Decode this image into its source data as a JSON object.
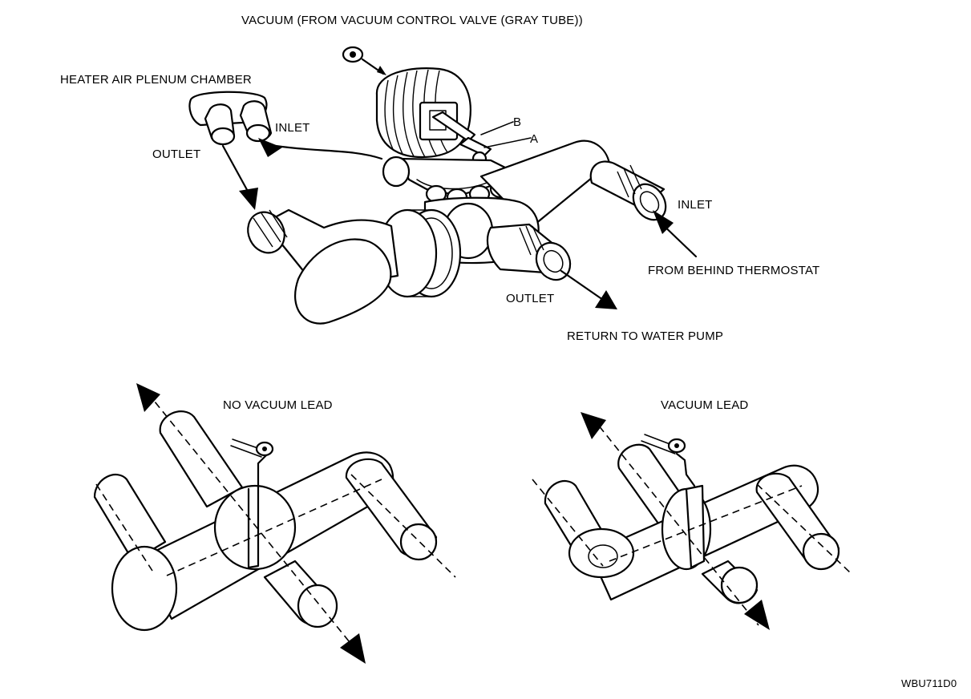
{
  "labels": {
    "vacuum_source": "VACUUM (FROM VACUUM CONTROL VALVE (GRAY TUBE))",
    "heater_plenum": "HEATER AIR PLENUM CHAMBER",
    "plenum_inlet": "INLET",
    "plenum_outlet": "OUTLET",
    "position_b": "B",
    "position_a": "A",
    "valve_inlet": "INLET",
    "from_thermostat": "FROM BEHIND THERMOSTAT",
    "valve_outlet": "OUTLET",
    "return_pump": "RETURN TO WATER PUMP",
    "no_vacuum": "NO VACUUM LEAD",
    "vacuum": "VACUUM LEAD",
    "figure_code": "WBU711D0"
  },
  "colors": {
    "ink": "#000000",
    "paper": "#ffffff"
  }
}
